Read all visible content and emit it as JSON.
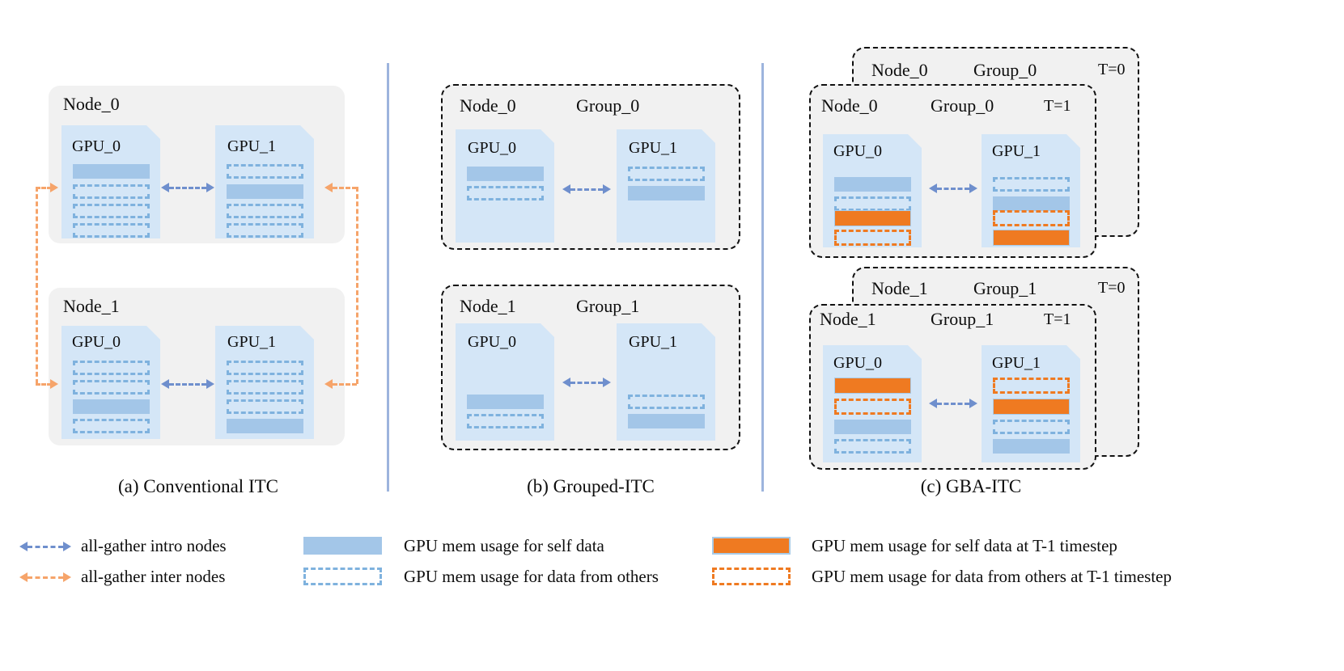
{
  "figure": {
    "panels": [
      {
        "id": "a",
        "caption": "(a)  Conventional ITC",
        "nodes": [
          {
            "node_label": "Node_0",
            "gpus": [
              {
                "label": "GPU_0",
                "bars": [
                  "solid-blue",
                  "dash-blue",
                  "dash-blue",
                  "dash-blue"
                ]
              },
              {
                "label": "GPU_1",
                "bars": [
                  "dash-blue",
                  "solid-blue",
                  "dash-blue",
                  "dash-blue"
                ]
              }
            ]
          },
          {
            "node_label": "Node_1",
            "gpus": [
              {
                "label": "GPU_0",
                "bars": [
                  "dash-blue",
                  "dash-blue",
                  "solid-blue",
                  "dash-blue"
                ]
              },
              {
                "label": "GPU_1",
                "bars": [
                  "dash-blue",
                  "dash-blue",
                  "dash-blue",
                  "solid-blue"
                ]
              }
            ]
          }
        ]
      },
      {
        "id": "b",
        "caption": "(b)  Grouped-ITC",
        "nodes": [
          {
            "node_label": "Node_0",
            "group_label": "Group_0",
            "gpus": [
              {
                "label": "GPU_0",
                "bars": [
                  "solid-blue",
                  "dash-blue"
                ]
              },
              {
                "label": "GPU_1",
                "bars": [
                  "dash-blue",
                  "solid-blue"
                ]
              }
            ]
          },
          {
            "node_label": "Node_1",
            "group_label": "Group_1",
            "gpus": [
              {
                "label": "GPU_0",
                "bars": [
                  "solid-blue",
                  "dash-blue"
                ]
              },
              {
                "label": "GPU_1",
                "bars": [
                  "dash-blue",
                  "solid-blue"
                ]
              }
            ]
          }
        ]
      },
      {
        "id": "c",
        "caption": "(c)  GBA-ITC",
        "nodes": [
          {
            "node_label": "Node_0",
            "group_label": "Group_0",
            "t_back": "T=0",
            "t_front": "T=1",
            "back_node_label": "Node_0",
            "back_group_label": "Group_0",
            "gpus": [
              {
                "label": "GPU_0",
                "bars": [
                  "solid-blue",
                  "dash-blue",
                  "solid-orange",
                  "dash-orange"
                ]
              },
              {
                "label": "GPU_1",
                "bars": [
                  "dash-blue",
                  "solid-blue",
                  "dash-orange",
                  "solid-orange"
                ]
              }
            ]
          },
          {
            "node_label": "Node_1",
            "group_label": "Group_1",
            "t_back": "T=0",
            "t_front": "T=1",
            "back_node_label": "Node_1",
            "back_group_label": "Group_1",
            "gpus": [
              {
                "label": "GPU_0",
                "bars": [
                  "solid-orange",
                  "dash-orange",
                  "solid-blue",
                  "dash-blue"
                ]
              },
              {
                "label": "GPU_1",
                "bars": [
                  "dash-orange",
                  "solid-orange",
                  "dash-blue",
                  "solid-blue"
                ]
              }
            ]
          }
        ]
      }
    ]
  },
  "legend": {
    "items": [
      {
        "swatch": "arrow-blue",
        "label": "all-gather intro nodes"
      },
      {
        "swatch": "arrow-orange",
        "label": "all-gather inter nodes"
      },
      {
        "swatch": "solid-blue",
        "label": "GPU mem usage for self data"
      },
      {
        "swatch": "dash-blue",
        "label": "GPU mem usage for data from others"
      },
      {
        "swatch": "solid-orange",
        "label": "GPU mem usage for self data at T-1 timestep"
      },
      {
        "swatch": "dash-orange",
        "label": "GPU mem usage for data from others at T-1 timestep"
      }
    ]
  },
  "colors": {
    "gpu_card": "#d4e6f7",
    "node_fill": "#f1f1f1",
    "blue_solid": "#a3c6e8",
    "blue_dash": "#7fb2de",
    "orange_solid": "#ef7a21",
    "orange_dash": "#ef7a21",
    "arrow_blue": "#6f8fcd",
    "arrow_orange": "#f6a46a",
    "divider": "#9db4dd"
  }
}
